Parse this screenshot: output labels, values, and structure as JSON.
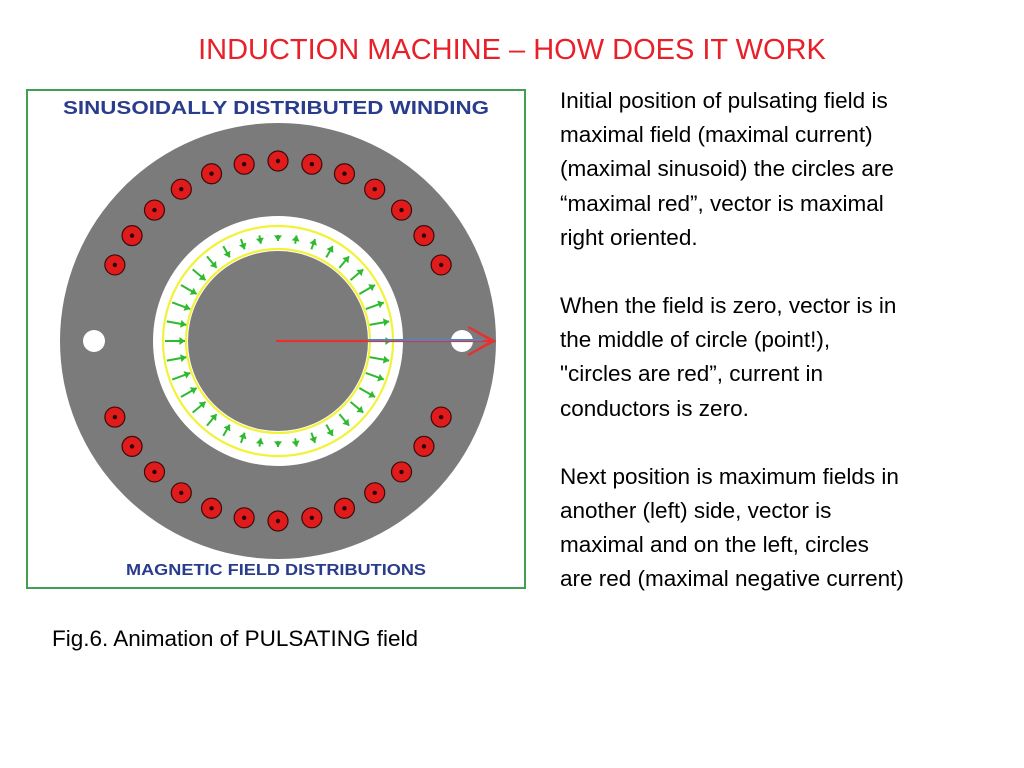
{
  "title": "INDUCTION MACHINE – HOW DOES IT WORK",
  "figure": {
    "heading": "SINUSOIDALLY DISTRIBUTED WINDING",
    "footer": "MAGNETIC FIELD DISTRIBUTIONS",
    "colors": {
      "stator": "#7b7b7b",
      "conductor": "#e01b1b",
      "field_circle": "#f2f23a",
      "field_arrows": "#2eba2e",
      "vector_red": "#e83030",
      "vector_blue": "#4a86c8",
      "frame": "#44a050"
    }
  },
  "caption": "Fig.6. Animation of PULSATING field",
  "paragraphs": [
    {
      "lines": [
        "Initial position of pulsating field is",
        "maximal field (maximal current)",
        "(maximal sinusoid) the  circles are",
        "“maximal red”, vector is maximal",
        "right oriented."
      ]
    },
    {
      "lines": [
        "When the field is zero, vector is in",
        "the middle  of circle (point!),",
        "\"circles are red”, current in",
        "conductors is zero."
      ]
    },
    {
      "lines": [
        "Next position is maximum fields in",
        "another (left) side, vector is",
        "maximal and on the left, circles",
        "are red (maximal negative current)"
      ]
    }
  ]
}
